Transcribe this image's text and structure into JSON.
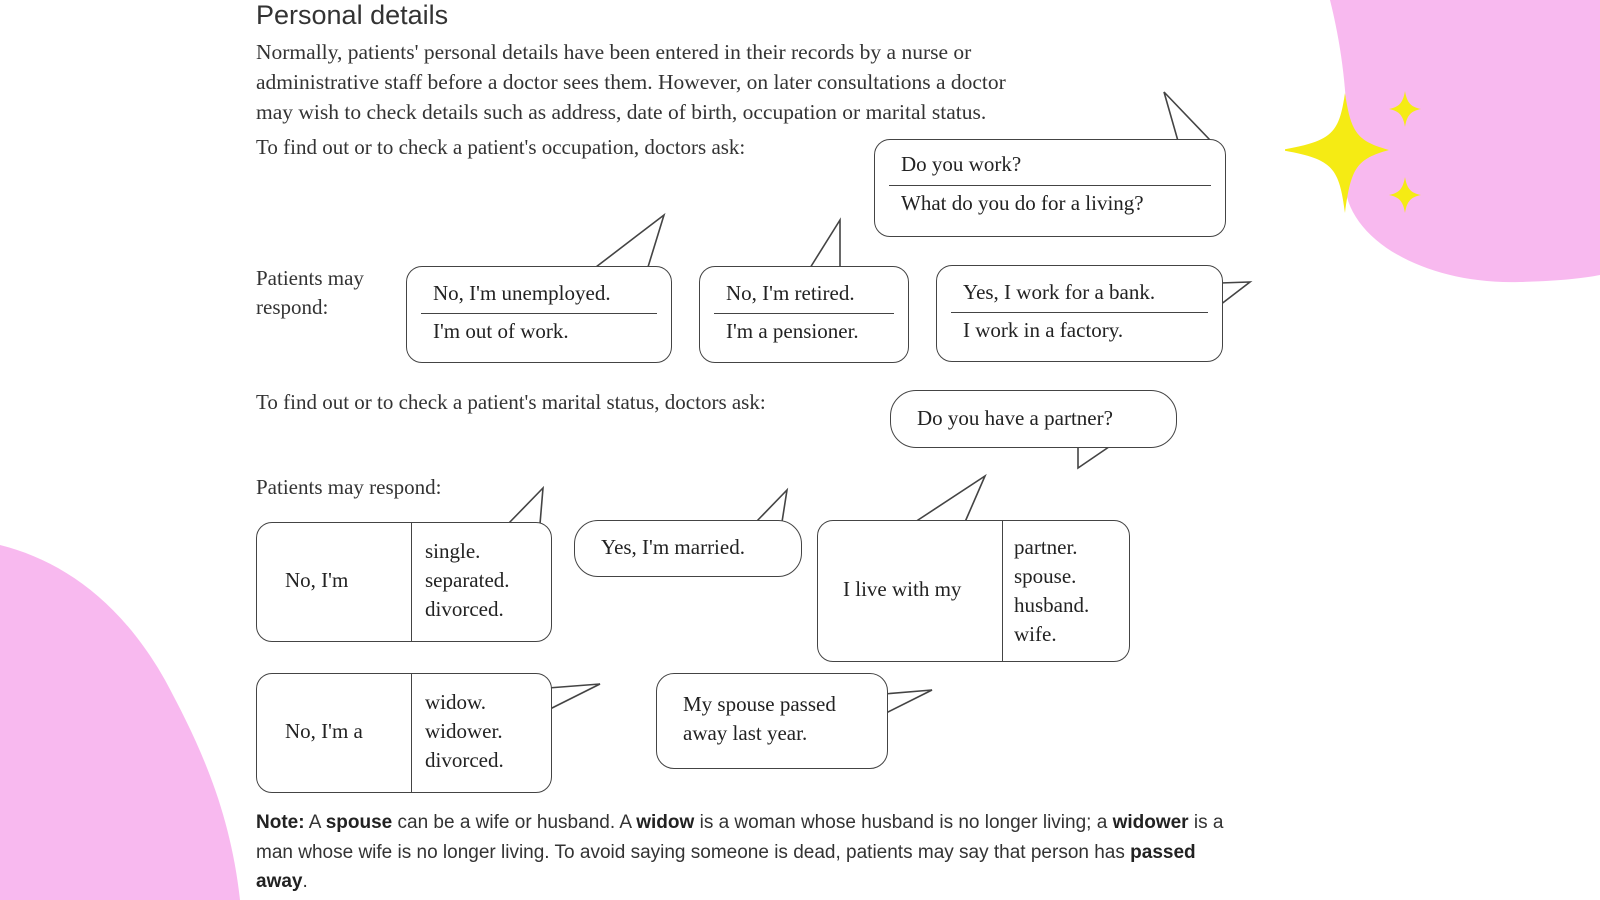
{
  "colors": {
    "accent_pink": "#f8b9ef",
    "sparkle_yellow": "#f5eb14"
  },
  "section_title": "Personal details",
  "intro_lines": [
    "Normally, patients' personal details have been entered in their records by a nurse or",
    "administrative staff before a doctor sees them. However, on later consultations a doctor",
    "may wish to check details such as address, date of birth, occupation or marital status."
  ],
  "occupation": {
    "lead": "To find out or to check a patient's occupation, doctors ask:",
    "doctor_questions": [
      "Do you work?",
      "What do you do for a living?"
    ],
    "responses_label_lines": [
      "Patients may",
      "respond:"
    ],
    "responses": [
      [
        "No, I'm unemployed.",
        "I'm out of work."
      ],
      [
        "No, I'm retired.",
        "I'm a pensioner."
      ],
      [
        "Yes, I work for a bank.",
        "I work in a factory."
      ]
    ]
  },
  "marital": {
    "lead": "To find out or to check a patient's marital status, doctors ask:",
    "doctor_question": "Do you have a partner?",
    "responses_label": "Patients may respond:",
    "no_im": {
      "prefix": "No, I'm",
      "options": [
        "single.",
        "separated.",
        "divorced."
      ]
    },
    "married": "Yes, I'm married.",
    "live_with": {
      "prefix": "I live with my",
      "options": [
        "partner.",
        "spouse.",
        "husband.",
        "wife."
      ]
    },
    "no_im_a": {
      "prefix": "No, I'm a",
      "options": [
        "widow.",
        "widower.",
        "divorced."
      ]
    },
    "passed_away_lines": [
      "My spouse passed",
      "away last year."
    ]
  },
  "note": {
    "label": "Note:",
    "parts": [
      {
        "text": " A ",
        "bold": false
      },
      {
        "text": "spouse",
        "bold": true
      },
      {
        "text": " can be a wife or husband. A ",
        "bold": false
      },
      {
        "text": "widow",
        "bold": true
      },
      {
        "text": " is a woman whose husband is no longer living; a ",
        "bold": false
      },
      {
        "text": "widower",
        "bold": true
      },
      {
        "text": " is a man whose wife is no longer living. To avoid saying someone is dead, patients may say that person has ",
        "bold": false
      },
      {
        "text": "passed away",
        "bold": true
      },
      {
        "text": ".",
        "bold": false
      }
    ]
  }
}
